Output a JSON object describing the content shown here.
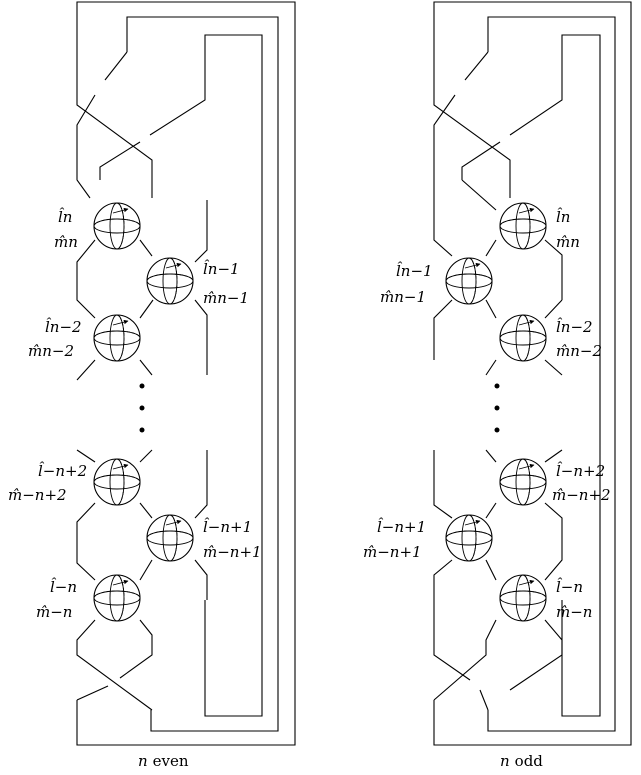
{
  "panels": [
    {
      "caption_var": "n",
      "caption_word": "even",
      "labels": {
        "s1_l": "l̂n",
        "s1_m": "m̂n",
        "s2_l": "l̂n−1",
        "s2_m": "m̂n−1",
        "s3_l": "l̂n−2",
        "s3_m": "m̂n−2",
        "s4_l": "l̂−n+2",
        "s4_m": "m̂−n+2",
        "s5_l": "l̂−n+1",
        "s5_m": "m̂−n+1",
        "s6_l": "l̂−n",
        "s6_m": "m̂−n"
      }
    },
    {
      "caption_var": "n",
      "caption_word": "odd",
      "labels": {
        "s1_l": "l̂n",
        "s1_m": "m̂n",
        "s2_l": "l̂n−1",
        "s2_m": "m̂n−1",
        "s3_l": "l̂n−2",
        "s3_m": "m̂n−2",
        "s4_l": "l̂−n+2",
        "s4_m": "m̂−n+2",
        "s5_l": "l̂−n+1",
        "s5_m": "m̂−n+1",
        "s6_l": "l̂−n",
        "s6_m": "m̂−n"
      }
    }
  ]
}
